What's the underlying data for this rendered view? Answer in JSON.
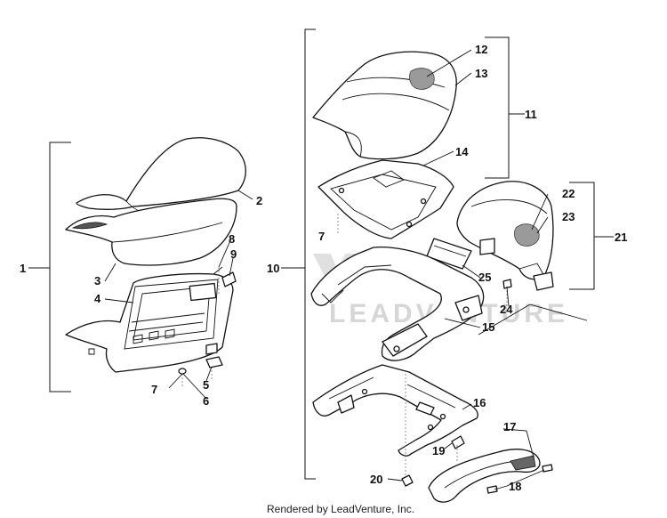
{
  "watermark": {
    "text": "LEADVENTURE"
  },
  "footer": {
    "text": "Rendered by LeadVenture, Inc."
  },
  "callouts": {
    "c1": "1",
    "c2": "2",
    "c3": "3",
    "c4": "4",
    "c5": "5",
    "c6": "6",
    "c7a": "7",
    "c7b": "7",
    "c8": "8",
    "c9": "9",
    "c10": "10",
    "c11": "11",
    "c12": "12",
    "c13": "13",
    "c14": "14",
    "c15": "15",
    "c16": "16",
    "c17": "17",
    "c18": "18",
    "c19": "19",
    "c20": "20",
    "c21": "21",
    "c22": "22",
    "c23": "23",
    "c24": "24",
    "c25": "25"
  }
}
